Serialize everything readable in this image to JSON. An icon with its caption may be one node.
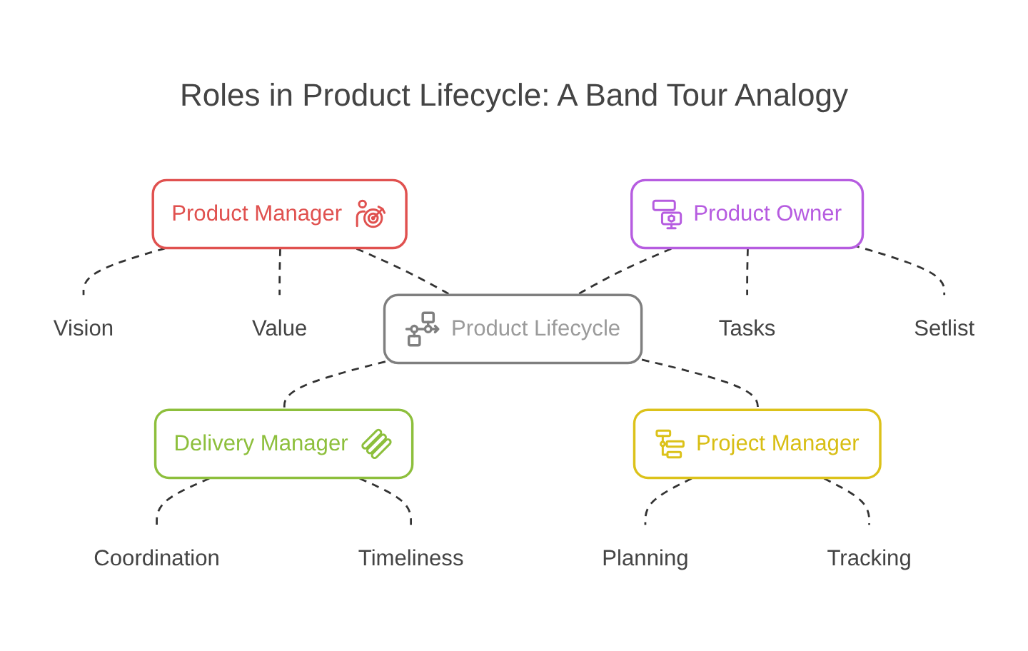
{
  "diagram": {
    "title": "Roles in Product Lifecycle: A Band Tour Analogy",
    "nodes": [
      {
        "text": [
          "Product Manager"
        ]
      },
      {
        "text": [
          "Vision"
        ]
      },
      {
        "text": [
          "Value"
        ]
      },
      {
        "text": [
          "Product Owner"
        ]
      },
      {
        "text": [
          "Tasks"
        ]
      },
      {
        "text": [
          "Setlist"
        ]
      },
      {
        "text": [
          "Product Lifecycle"
        ]
      },
      {
        "text": [
          "Delivery Manager"
        ]
      },
      {
        "text": [
          "Coordination"
        ]
      },
      {
        "text": [
          "Timeliness"
        ]
      },
      {
        "text": [
          "Project Manager"
        ]
      },
      {
        "text": [
          "Planning"
        ]
      },
      {
        "text": [
          "Tracking"
        ]
      }
    ],
    "edges": [
      {
        "from": 0,
        "to": 1,
        "arrow": "none",
        "style": "dashed"
      },
      {
        "from": 0,
        "to": 2,
        "arrow": "none",
        "style": "dashed"
      },
      {
        "from": 0,
        "to": 6,
        "arrow": "none",
        "style": "dashed"
      },
      {
        "from": 3,
        "to": 6,
        "arrow": "none",
        "style": "dashed"
      },
      {
        "from": 3,
        "to": 4,
        "arrow": "none",
        "style": "dashed"
      },
      {
        "from": 3,
        "to": 5,
        "arrow": "none",
        "style": "dashed"
      },
      {
        "from": 6,
        "to": 7,
        "arrow": "none",
        "style": "dashed"
      },
      {
        "from": 7,
        "to": 8,
        "arrow": "none",
        "style": "dashed"
      },
      {
        "from": 7,
        "to": 9,
        "arrow": "none",
        "style": "dashed"
      },
      {
        "from": 6,
        "to": 10,
        "arrow": "none",
        "style": "dashed"
      },
      {
        "from": 10,
        "to": 11,
        "arrow": "none",
        "style": "dashed"
      },
      {
        "from": 10,
        "to": 12,
        "arrow": "none",
        "style": "dashed"
      }
    ]
  }
}
